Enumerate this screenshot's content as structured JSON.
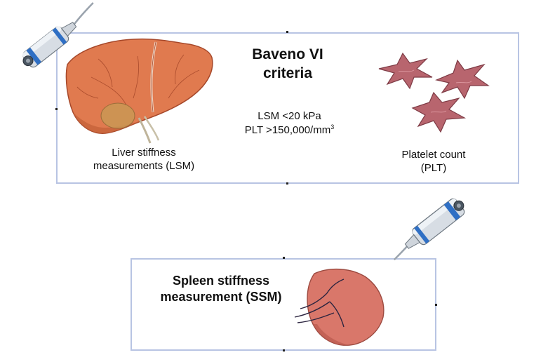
{
  "diagram": {
    "title_line1": "Baveno VI",
    "title_line2": "criteria",
    "criteria": {
      "lsm": "LSM <20 kPa",
      "plt_prefix": "PLT >150,000/mm",
      "plt_superscript": "3"
    },
    "liver_label_line1": "Liver stiffness",
    "liver_label_line2": "measurements (LSM)",
    "platelet_label_line1": "Platelet count",
    "platelet_label_line2": "(PLT)",
    "spleen_label_line1": "Spleen stiffness",
    "spleen_label_line2": "measurement (SSM)"
  },
  "colors": {
    "box_border": "#b8c4e3",
    "liver_fill": "#e07a4f",
    "spleen_fill": "#d9776a",
    "platelet_fill": "#b8656e",
    "probe_body": "#d7dde4",
    "probe_ring": "#2f6fc4"
  },
  "icons": [
    "liver-icon",
    "probe-icon",
    "platelet-icon",
    "spleen-icon"
  ]
}
